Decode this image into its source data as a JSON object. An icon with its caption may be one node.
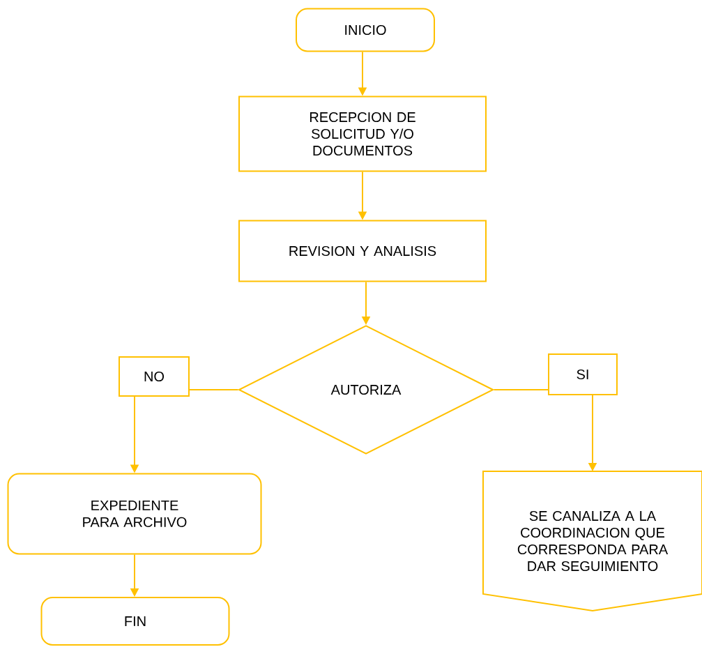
{
  "diagram": {
    "nodes": [
      {
        "text": [
          "INICIO"
        ]
      },
      {
        "text": [
          "RECEPCION DE SOLICITUD Y/O DOCUMENTOS"
        ]
      },
      {
        "text": [
          "REVISION Y ANALISIS"
        ]
      },
      {
        "text": [
          "AUTORIZA"
        ]
      },
      {
        "text": [
          "NO"
        ]
      },
      {
        "text": [
          "SI"
        ]
      },
      {
        "text": [
          "EXPEDIENTE PARA ARCHIVO"
        ]
      },
      {
        "text": [
          "SE CANALIZA A LA COORDINACION QUE CORRESPONDA PARA DAR SEGUIMIENTO"
        ]
      },
      {
        "text": [
          "FIN"
        ]
      }
    ],
    "edges": [
      {
        "from": 0,
        "to": 1,
        "arrow": "to"
      },
      {
        "from": 1,
        "to": 2,
        "arrow": "to"
      },
      {
        "from": 2,
        "to": 3,
        "arrow": "to"
      },
      {
        "from": 3,
        "to": 4,
        "arrow": "none"
      },
      {
        "from": 4,
        "to": 6,
        "arrow": "to"
      },
      {
        "from": 3,
        "to": 5,
        "arrow": "none"
      },
      {
        "from": 5,
        "to": 7,
        "arrow": "to"
      },
      {
        "from": 6,
        "to": 8,
        "arrow": "to"
      }
    ]
  }
}
